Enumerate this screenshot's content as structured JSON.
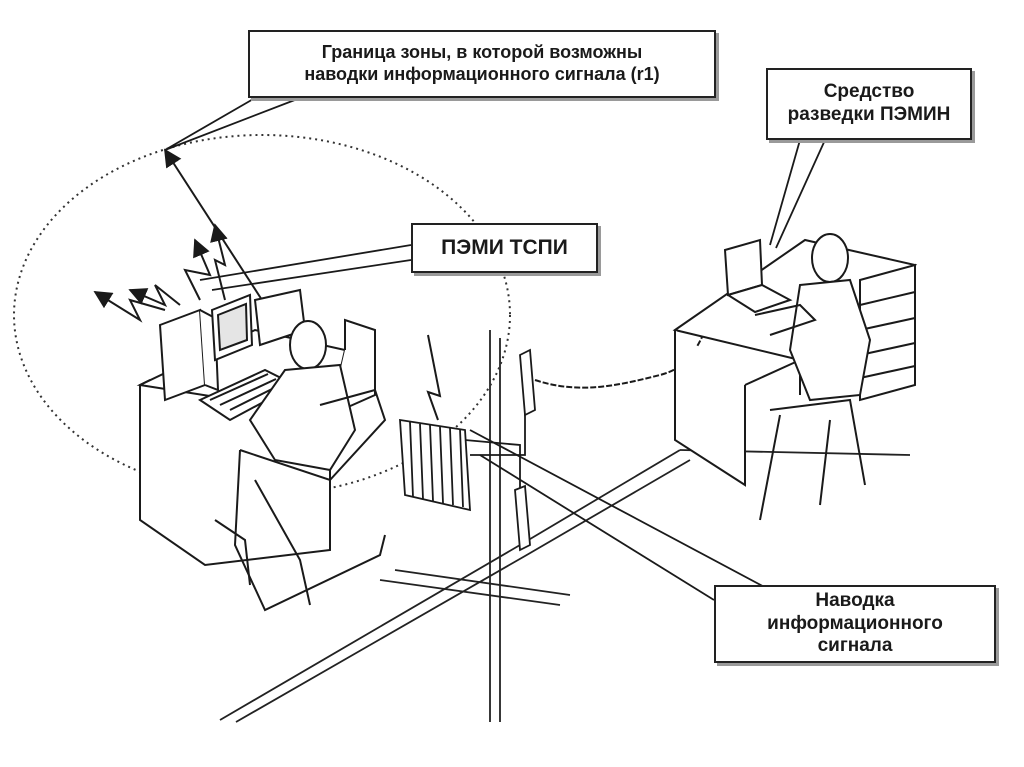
{
  "labels": {
    "zone_boundary": {
      "line1": "Граница зоны, в которой возможны",
      "line2": "наводки информационного сигнала (r1)"
    },
    "intel_device": {
      "line1": "Средство",
      "line2": "разведки ПЭМИН"
    },
    "pemi_label": "ПЭМИ ТСПИ",
    "signal_pickup": {
      "line1": "Наводка",
      "line2": "информационного",
      "line3": "сигнала"
    }
  },
  "colors": {
    "ink": "#1a1a1a",
    "shadow": "#9a9a9a",
    "background": "#ffffff"
  },
  "icons": {
    "left_workstation": "pc-operator-icon",
    "right_workstation": "laptop-operator-icon",
    "radiator": "radiator-icon",
    "emission_arrows": "radiation-lightning-icon"
  }
}
